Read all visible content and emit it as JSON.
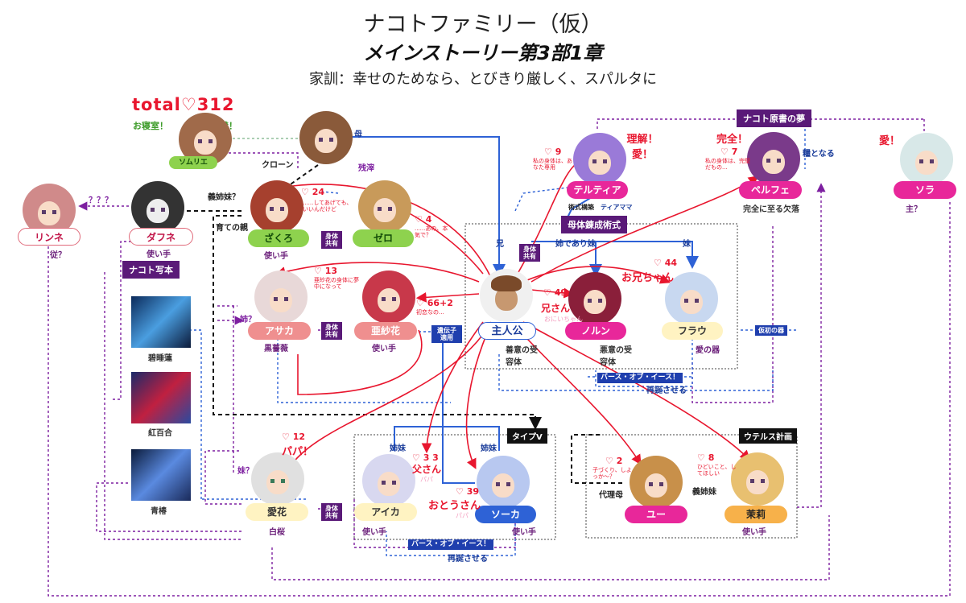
{
  "header": {
    "title": "ナコトファミリー（仮）",
    "subtitle": "メインストーリー第3部1章",
    "motto": "家訓：幸せのためなら、とびきり厳しく、スパルタに"
  },
  "total": {
    "label": "total♡312",
    "note_left": "お寝室！",
    "note_right": "清楚！"
  },
  "characters": {
    "somurie": {
      "name": "ソムリエ"
    },
    "rinne": {
      "name": "リンネ",
      "role": "従？"
    },
    "daphne": {
      "name": "ダフネ",
      "role": "使い手"
    },
    "zakuro": {
      "name": "ざくろ",
      "role": "使い手",
      "heart": "♡ 24",
      "quote": "......してあげても、いいんだけど"
    },
    "zero": {
      "name": "ゼロ",
      "heart": "♡ 4",
      "quote": "......あの、本気で？"
    },
    "asaka": {
      "name": "アサカ",
      "role": "黒薔薇",
      "heart": "♡ 13",
      "quote": "亜紗花の身体に夢中になって"
    },
    "asaka2": {
      "name": "亜紗花",
      "role": "使い手",
      "heart": "♡ 66+2",
      "quote": "初恋なの..."
    },
    "hero": {
      "name": "主人公",
      "role": "善意の受容体"
    },
    "norun": {
      "name": "ノルン",
      "role": "悪意の受容体",
      "heart": "♡ 49",
      "call": "兄さん",
      "call_sub": "おにいちゃん"
    },
    "frau": {
      "name": "フラウ",
      "role": "愛の器",
      "heart": "♡ 44",
      "call": "お兄ちゃん"
    },
    "telteia": {
      "name": "テルティア",
      "heart": "♡ 9",
      "quote": "私の身体は、あなた専用",
      "exclaim": "理解！愛！",
      "note": "術式構築",
      "note2": "ティアママ"
    },
    "pelfe": {
      "name": "ペルフェ",
      "heart": "♡ 7",
      "quote": "私の身体は、完璧だもの...",
      "exclaim": "完全！",
      "role": "完全に至る欠落"
    },
    "sora": {
      "name": "ソラ",
      "role": "主？",
      "exclaim": "愛！"
    },
    "aika": {
      "name": "愛花",
      "role": "白桜",
      "heart": "♡ 12",
      "call": "パパ！"
    },
    "aika2": {
      "name": "アイカ",
      "role": "使い手",
      "heart": "♡ 3 3",
      "call": "父さん",
      "call_sub": "パパ"
    },
    "soka": {
      "name": "ソーカ",
      "role": "使い手",
      "heart": "♡ 39",
      "call": "おとうさん",
      "call_sub": "パパ"
    },
    "yu": {
      "name": "ユー",
      "heart": "♡ 2",
      "quote": "子づくり、しよっか〜？",
      "role": "代理母"
    },
    "mari": {
      "name": "茉莉",
      "role": "使い手",
      "heart": "♡ 8",
      "quote": "ひどいこと、してほしい"
    }
  },
  "labels": {
    "mother": "母",
    "clone": "クローン",
    "zanzawa": "残滓",
    "gishimai": "義姉妹？",
    "sodate": "育ての親",
    "question": "？？？",
    "sister_q": "姉？",
    "imouto_q": "妹？",
    "ani": "兄",
    "ane_imouto": "姉であり妹",
    "imouto": "妹",
    "shimai_a": "姉妹",
    "shimai_b": "姉妹",
    "gishimai2": "義姉妹",
    "shintai_kyoyu": "身体共有",
    "iden": "遺伝子適用",
    "birth": "バース・オブ・イース！",
    "rebirth": "再誕させる",
    "hakaki": "仮初の器",
    "kate": "糧となる"
  },
  "boxes": {
    "nakoto_dream": "ナコト原書の夢",
    "botai": "母体錬成術式",
    "nakoto_copy": "ナコト写本",
    "type_v": "タイプV",
    "uterus": "ウテルス計画"
  },
  "images": {
    "hekisui": "碧睡蓮",
    "kouyuri": "紅百合",
    "aotsubaki": "青椿"
  },
  "colors": {
    "pink": "#e8279a",
    "blue": "#2e62d6",
    "purple": "#7d1fa0",
    "red": "#e8162e",
    "green": "#8ed24e",
    "orange": "#f7b14a"
  }
}
